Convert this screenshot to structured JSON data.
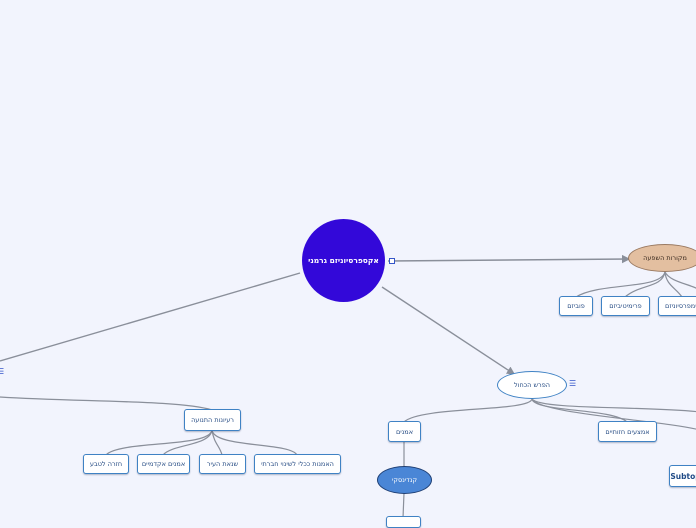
{
  "nodes": {
    "center": "אקספרסיוניזם גרמני",
    "influence": "מקורות השפעה",
    "influence_1": "פוביזם",
    "influence_2": "פרימיטיביזם",
    "influence_3": "אימפרסיוניזם",
    "painting": "הפרש הכחול",
    "painting_1": "אמנים",
    "painting_2": "אמצעים חזותיים",
    "kandinsky": "קנדינסקי",
    "subtopic": "Subtopic",
    "motifs": "רעיונות התנועה",
    "motifs_1": "חזרה לטבע",
    "motifs_2": "אמנים אקדמיים",
    "motifs_3": "שנאת העיר",
    "motifs_4": "האמנות ככלי לשינוי חברתי"
  },
  "colors": {
    "background": "#f2f4fd",
    "center_fill": "#3308d9",
    "tan_fill": "#e3bfa0",
    "blue_fill": "#4a86d6",
    "box_border": "#3f82c4",
    "link": "#8a8f9a"
  },
  "icons": {
    "note": "notes-icon",
    "list": "list-icon"
  }
}
